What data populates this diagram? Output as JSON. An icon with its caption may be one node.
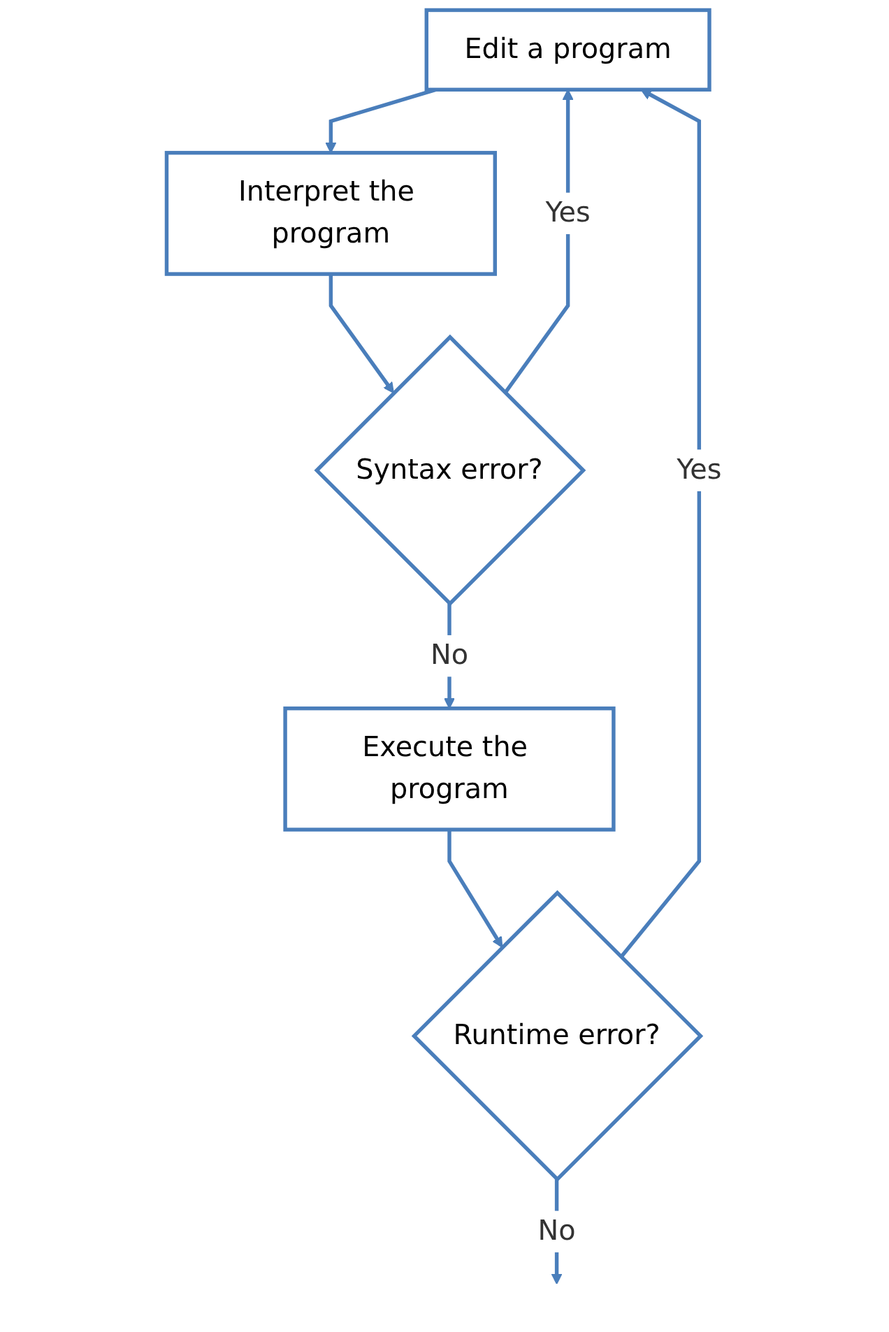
{
  "diagram": {
    "nodes": [
      {
        "text": [
          "Edit a program"
        ]
      },
      {
        "text": [
          "Interpret the program"
        ]
      },
      {
        "text": [
          "Syntax error?"
        ]
      },
      {
        "text": [
          "Execute the program"
        ]
      },
      {
        "text": [
          "Runtime error?"
        ]
      }
    ],
    "edges": [
      {
        "from": 0,
        "to": 1,
        "arrow": "to"
      },
      {
        "from": 1,
        "to": 2,
        "arrow": "to"
      },
      {
        "from": 2,
        "to": 3,
        "label": "No",
        "arrow": "to"
      },
      {
        "from": 2,
        "to": 0,
        "label": "Yes",
        "arrow": "to"
      },
      {
        "from": 3,
        "to": 4,
        "arrow": "to"
      },
      {
        "from": 4,
        "to": 0,
        "label": "Yes",
        "arrow": "to"
      },
      {
        "from": 4,
        "to": null,
        "label": "No",
        "arrow": "to"
      }
    ]
  }
}
